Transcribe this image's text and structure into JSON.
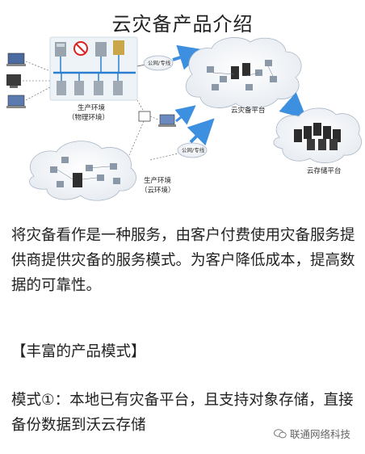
{
  "page": {
    "title": "云灾备产品介绍",
    "diagram": {
      "labels": {
        "production_physical_1": "生产环境",
        "production_physical_2": "（物理环境）",
        "disaster_platform": "云灾备平台",
        "storage_platform": "云存储平台",
        "production_cloud_1": "生产环境",
        "production_cloud_2": "（云环境）",
        "network_tag_top": "公网/专线",
        "network_tag_bottom": "公网/专线"
      }
    },
    "paragraph_1": "将灾备看作是一种服务，由客户付费使用灾备服务提供商提供灾备的服务模式。为客户降低成本，提高数据的可靠性。",
    "section_heading": "【丰富的产品模式】",
    "paragraph_2": "模式①：本地已有灾备平台，且支持对象存储，直接备份数据到沃云存储",
    "watermark": "联通网络科技",
    "colors": {
      "arrow": "#3d8fe0",
      "cloud_edge": "#aab7c6",
      "line": "#2a7fd0"
    }
  }
}
